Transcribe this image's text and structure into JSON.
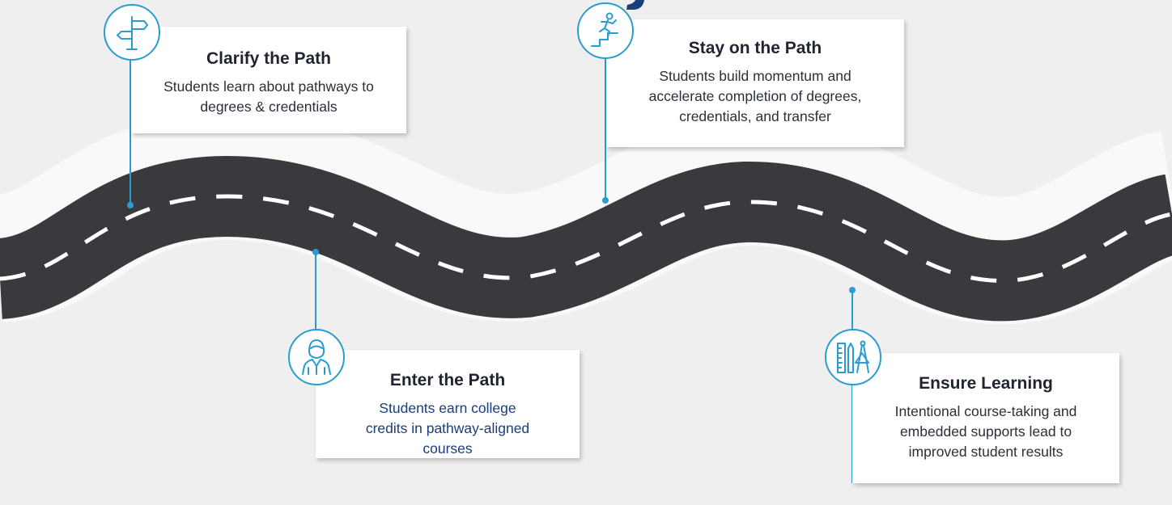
{
  "colors": {
    "background": "#efeff0",
    "road": "#3a3a3e",
    "road_lane": "#ffffff",
    "accent": "#2a9ccf",
    "title_fragment": "#1a3d7c"
  },
  "milestones": [
    {
      "title": "Clarify the Path",
      "description": "Students learn about pathways to degrees & credentials",
      "icon": "signpost-icon"
    },
    {
      "title": "Stay on the Path",
      "description": "Students build momentum and accelerate completion of degrees, credentials, and transfer",
      "icon": "climbing-stairs-icon"
    },
    {
      "title": "Enter the Path",
      "description": "Students earn college credits in pathway-aligned courses",
      "icon": "student-icon"
    },
    {
      "title": "Ensure Learning",
      "description": "Intentional course-taking and embedded supports lead to improved student results",
      "icon": "ruler-pencil-compass-icon"
    }
  ]
}
